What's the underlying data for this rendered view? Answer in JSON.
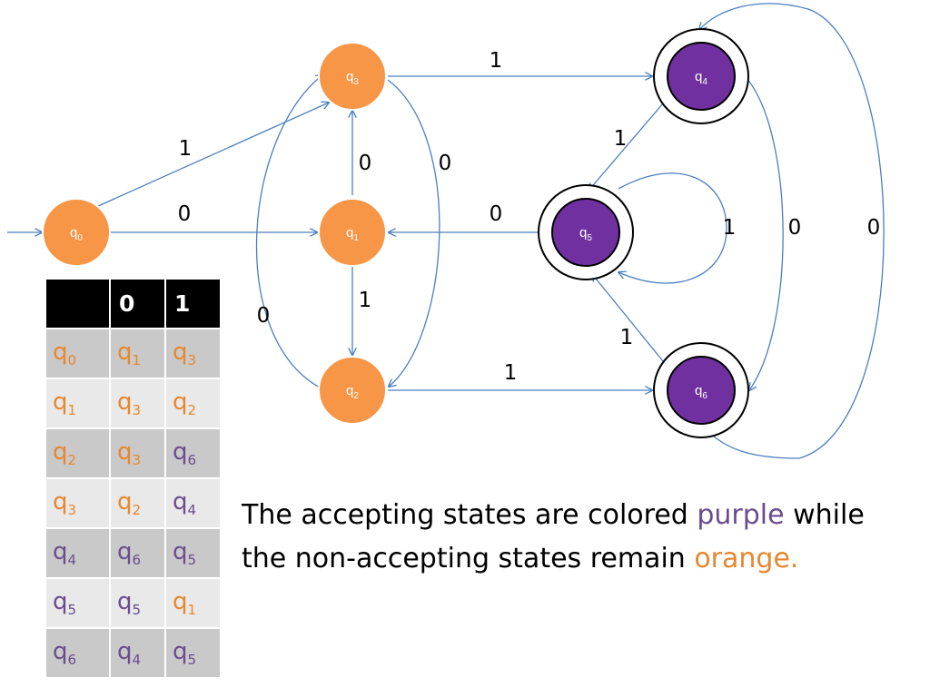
{
  "colors": {
    "non_accepting": "#f79646",
    "accepting": "#7030a0",
    "edge": "#4a7fbf",
    "text_orange": "#e7872f",
    "text_purple": "#6b4d8f"
  },
  "states": [
    {
      "id": "q0",
      "base": "q",
      "sub": "0",
      "accepting": false
    },
    {
      "id": "q1",
      "base": "q",
      "sub": "1",
      "accepting": false
    },
    {
      "id": "q2",
      "base": "q",
      "sub": "2",
      "accepting": false
    },
    {
      "id": "q3",
      "base": "q",
      "sub": "3",
      "accepting": false
    },
    {
      "id": "q4",
      "base": "q",
      "sub": "4",
      "accepting": true
    },
    {
      "id": "q5",
      "base": "q",
      "sub": "5",
      "accepting": true
    },
    {
      "id": "q6",
      "base": "q",
      "sub": "6",
      "accepting": true
    }
  ],
  "start_state": "q0",
  "transitions": [
    {
      "from": "q0",
      "to": "q1",
      "symbol": "0"
    },
    {
      "from": "q0",
      "to": "q3",
      "symbol": "1"
    },
    {
      "from": "q1",
      "to": "q3",
      "symbol": "0"
    },
    {
      "from": "q1",
      "to": "q2",
      "symbol": "1"
    },
    {
      "from": "q2",
      "to": "q3",
      "symbol": "0"
    },
    {
      "from": "q2",
      "to": "q6",
      "symbol": "1"
    },
    {
      "from": "q3",
      "to": "q2",
      "symbol": "0"
    },
    {
      "from": "q3",
      "to": "q4",
      "symbol": "1"
    },
    {
      "from": "q4",
      "to": "q6",
      "symbol": "0"
    },
    {
      "from": "q4",
      "to": "q5",
      "symbol": "1"
    },
    {
      "from": "q5",
      "to": "q1",
      "symbol": "0"
    },
    {
      "from": "q5",
      "to": "q5",
      "symbol": "1"
    },
    {
      "from": "q6",
      "to": "q4",
      "symbol": "0"
    },
    {
      "from": "q6",
      "to": "q5",
      "symbol": "1"
    }
  ],
  "table": {
    "header": [
      "",
      "0",
      "1"
    ],
    "rows": [
      [
        "q0",
        "q1",
        "q3"
      ],
      [
        "q1",
        "q3",
        "q2"
      ],
      [
        "q2",
        "q3",
        "q6"
      ],
      [
        "q3",
        "q2",
        "q4"
      ],
      [
        "q4",
        "q6",
        "q5"
      ],
      [
        "q5",
        "q5",
        "q1"
      ],
      [
        "q6",
        "q4",
        "q5"
      ]
    ]
  },
  "caption": {
    "part1": "The accepting states are colored ",
    "purple_word": "purple",
    "part2": " while the non-accepting states remain ",
    "orange_word": "orange."
  }
}
